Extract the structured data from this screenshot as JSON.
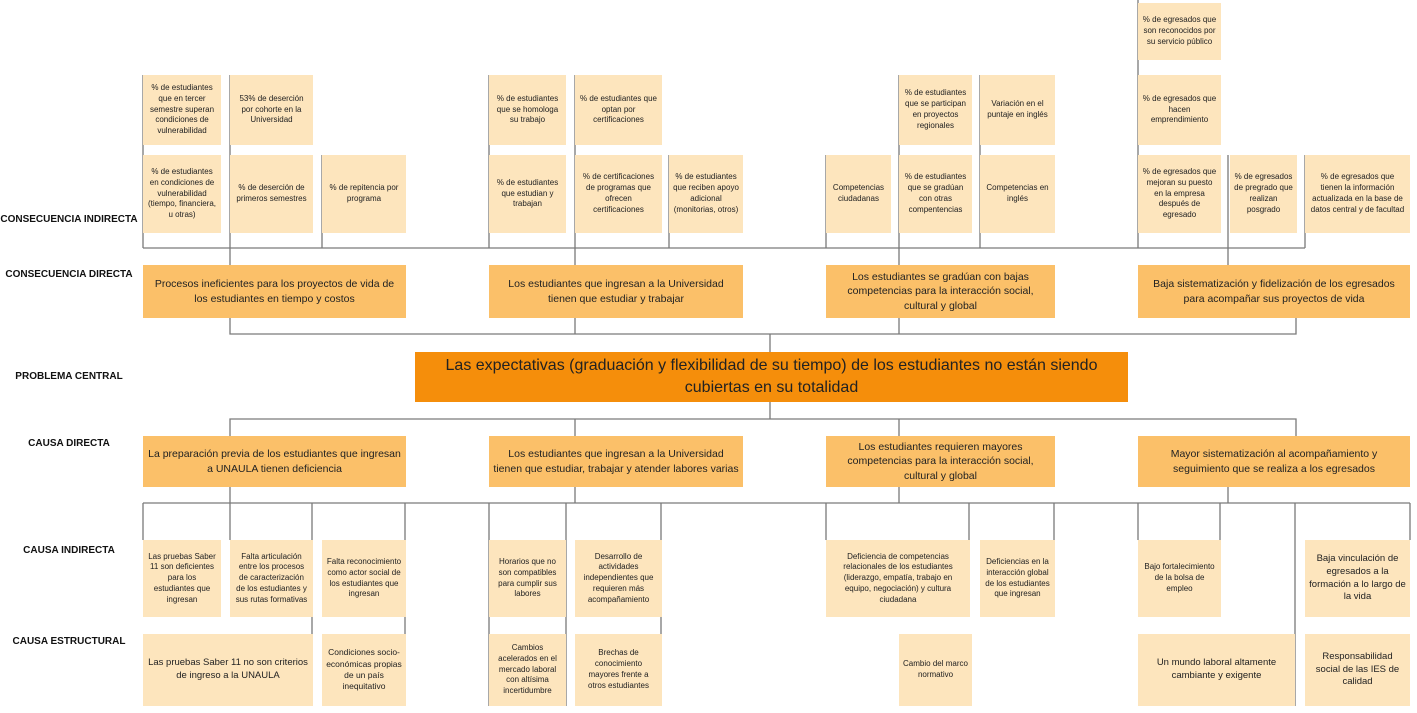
{
  "labels": {
    "consecuencia_indirecta": "CONSECUENCIA INDIRECTA",
    "consecuencia_directa": "CONSECUENCIA DIRECTA",
    "problema_central": "PROBLEMA CENTRAL",
    "causa_directa": "CAUSA DIRECTA",
    "causa_indirecta": "CAUSA INDIRECTA",
    "causa_estructural": "CAUSA ESTRUCTURAL"
  },
  "central": "Las expectativas (graduación y flexibilidad de su tiempo) de los estudiantes no están siendo cubiertas en su totalidad",
  "consecuencias_directas": [
    "Procesos ineficientes para los proyectos de vida de los estudiantes en tiempo y costos",
    "Los estudiantes que ingresan a la Universidad tienen que estudiar y trabajar",
    "Los estudiantes se gradúan con bajas competencias para la interacción social, cultural y global",
    "Baja sistematización y fidelización de los egresados para acompañar sus proyectos de vida"
  ],
  "consecuencias_indirectas": [
    "% de estudiantes que en tercer semestre superan condiciones de vulnerabilidad",
    "53% de deserción por cohorte en la Universidad",
    "% de estudiantes en condiciones de vulnerabilidad (tiempo, financiera, u otras)",
    "% de deserción de primeros semestres",
    "% de repitencia por programa",
    "% de estudiantes que se homologa su trabajo",
    "% de estudiantes que optan por certificaciones",
    "% de estudiantes que estudian y trabajan",
    "% de certificaciones de programas que ofrecen certificaciones",
    "% de estudiantes que reciben apoyo adicional (monitorias, otros)",
    "Competencias ciudadanas",
    "% de estudiantes que se participan en proyectos regionales",
    "Variación en el puntaje en inglés",
    "% de estudiantes que se gradúan con otras compentencias",
    "Competencias en inglés",
    "% de egresados que son reconocidos por su servicio público",
    "% de egresados que hacen emprendimiento",
    "% de egresados que mejoran su puesto en la empresa después de egresado",
    "% de egresados de pregrado que realizan posgrado",
    "% de egresados que tienen la información actualizada en la base de datos central y de facultad"
  ],
  "causas_directas": [
    "La preparación previa de los estudiantes que ingresan a UNAULA tienen deficiencia",
    "Los estudiantes que ingresan a la Universidad tienen que estudiar, trabajar y atender labores varias",
    "Los estudiantes requieren mayores competencias para la interacción social, cultural y global",
    "Mayor sistematización al acompañamiento y seguimiento que se realiza a los egresados"
  ],
  "causas_indirectas": [
    "Las pruebas Saber 11 son deficientes para los estudiantes que ingresan",
    "Falta articulación entre los procesos de caracterización de los estudiantes y sus rutas formativas",
    "Falta reconocimiento como actor social de los estudiantes que ingresan",
    "Horarios que no son compatibles para cumplir sus labores",
    "Desarrollo de actividades independientes que requieren más acompañamiento",
    "Deficiencia de competencias relacionales de los estudiantes (liderazgo, empatía, trabajo en equipo, negociación) y cultura ciudadana",
    "Deficiencias en la interacción global de los estudiantes que ingresan",
    "Bajo fortalecimiento de la bolsa de empleo",
    "Baja vinculación de egresados a la formación a lo largo de la vida"
  ],
  "causas_estructurales": [
    "Las pruebas Saber 11 no son criterios de ingreso a la UNAULA",
    "Condiciones socio-económicas propias de un país inequitativo",
    "Cambios acelerados en el mercado laboral con altísima incertidumbre",
    "Brechas de conocimiento mayores frente a otros estudiantes",
    "Cambio del marco normativo",
    "Un mundo laboral altamente cambiante y exigente",
    "Responsabilidad social de las IES de calidad"
  ],
  "colors": {
    "light": "#fde5bd",
    "medium": "#fbc069",
    "central": "#f58e0b",
    "lines": "#7a7a7a"
  }
}
